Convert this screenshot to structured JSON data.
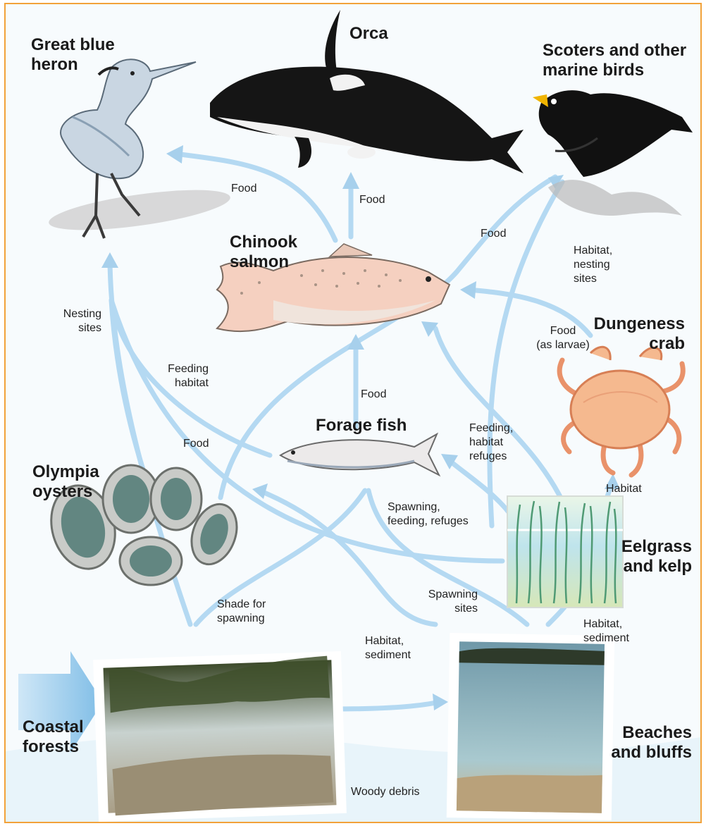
{
  "organisms": {
    "heron": "Great blue\nheron",
    "orca": "Orca",
    "scoters": "Scoters and other\nmarine birds",
    "chinook": "Chinook\nsalmon",
    "crab": "Dungeness\ncrab",
    "forage": "Forage fish",
    "oysters": "Olympia\noysters",
    "eelgrass": "Eelgrass\nand kelp",
    "forests": "Coastal\nforests",
    "beaches": "Beaches\nand bluffs"
  },
  "relations": {
    "food_heron": "Food",
    "food_orca": "Food",
    "food_scoters": "Food",
    "habitat_nesting": "Habitat,\nnesting\nsites",
    "nesting_sites": "Nesting\nsites",
    "feeding_habitat": "Feeding\nhabitat",
    "food_larvae": "Food\n(as larvae)",
    "food_forage": "Food",
    "food_oysters": "Food",
    "feeding_refuges": "Feeding,\nhabitat\nrefuges",
    "crab_habitat": "Habitat",
    "spawning_feeding": "Spawning,\nfeeding, refuges",
    "shade_spawning": "Shade for\nspawning",
    "spawning_sites": "Spawning\nsites",
    "habitat_sediment_left": "Habitat,\nsediment",
    "habitat_sediment_right": "Habitat,\nsediment",
    "woody_debris": "Woody debris"
  },
  "colors": {
    "frame": "#f2a23a",
    "arrow": "#b4d9f2",
    "water": "#8fb7c9",
    "orca_black": "#151515"
  },
  "icons": [
    "heron-illustration",
    "orca-illustration",
    "scoter-illustration",
    "salmon-illustration",
    "crab-illustration",
    "forage-fish-illustration",
    "oyster-illustration",
    "eelgrass-illustration",
    "forest-photo",
    "beach-photo"
  ]
}
